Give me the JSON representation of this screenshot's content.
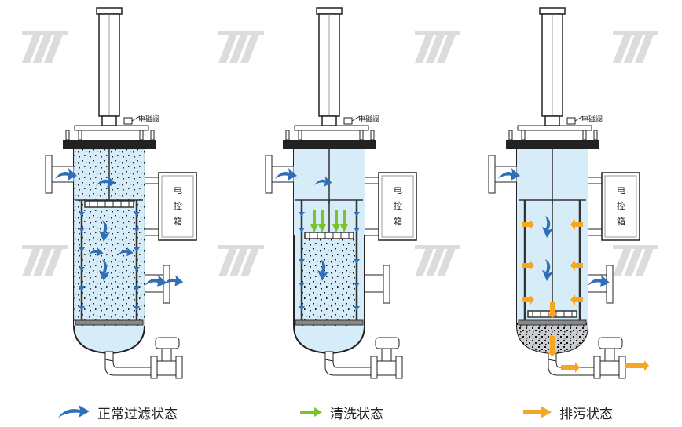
{
  "labels": {
    "solenoid_valve": "电磁阀",
    "control_box": "电控箱"
  },
  "legend": [
    {
      "label": "正常过滤状态",
      "color": "#2e6fb8",
      "icon": "curved-arrow-icon"
    },
    {
      "label": "清洗状态",
      "color": "#7ac32a",
      "icon": "straight-arrow-icon"
    },
    {
      "label": "排污状态",
      "color": "#f5a623",
      "icon": "straight-arrow-icon"
    }
  ],
  "colors": {
    "water": "#d6ecf8",
    "steel": "#222222",
    "blue_arrow": "#2e6fb8",
    "green_arrow": "#7ac32a",
    "orange_arrow": "#f5a623"
  }
}
